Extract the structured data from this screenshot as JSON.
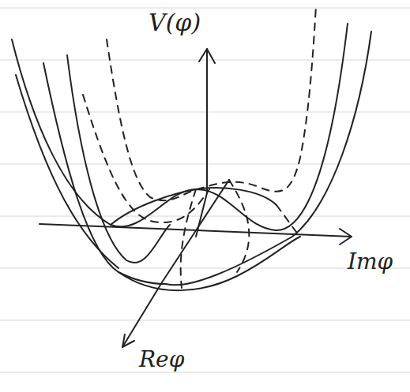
{
  "diagram": {
    "labels": [
      "V(φ)",
      "Imφ",
      "Reφ"
    ]
  }
}
